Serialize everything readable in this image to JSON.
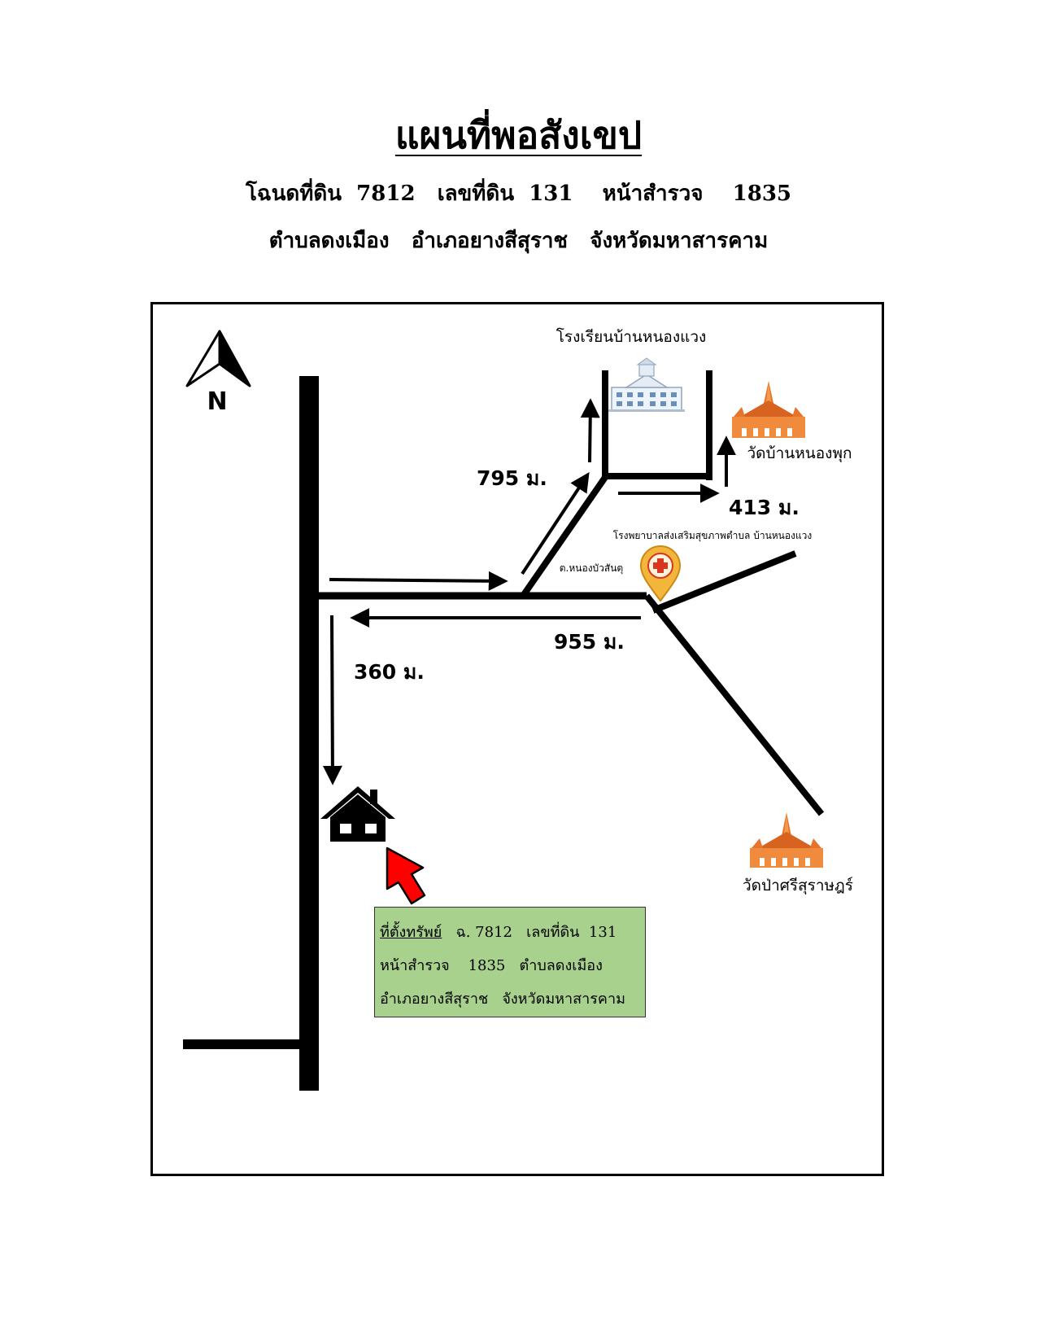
{
  "title": "แผนที่พอสังเขป",
  "subtitle_line1": "โฉนดที่ดิน  7812   เลขที่ดิน  131    หน้าสำรวจ    1835",
  "subtitle_line2": "ตำบลดงเมือง   อำเภอยางสีสุราช   จังหวัดมหาสารคาม",
  "north_label": "N",
  "places": {
    "school": "โรงเรียนบ้านหนองแวง",
    "temple_nongphuk": "วัดบ้านหนองพุก",
    "hospital": "โรงพยาบาลส่งเสริมสุขภาพตำบล บ้านหนองแวง",
    "subdistrict": "ต.หนองบัวสันตุ",
    "temple_pasri": "วัดป่าศรีสุราษฎร์"
  },
  "distances": {
    "d795": "795 ม.",
    "d413": "413 ม.",
    "d955": "955 ม.",
    "d360": "360 ม."
  },
  "info_box": {
    "heading": "ที่ตั้งทรัพย์",
    "line1_rest": "   ฉ. 7812   เลขที่ดิน  131",
    "line2": "หน้าสำรวจ    1835   ตำบลดงเมือง",
    "line3": "อำเภอยางสีสุราช   จังหวัดมหาสารคาม"
  },
  "colors": {
    "road": "#000000",
    "pointer_arrow": "#ff0000",
    "info_box_bg": "#a9d18e",
    "temple": "#e8732a",
    "pin": "#f4b63a"
  },
  "icons": [
    "north-arrow-icon",
    "school-icon",
    "temple-icon",
    "hospital-pin-icon",
    "house-icon",
    "pointer-arrow-icon"
  ]
}
